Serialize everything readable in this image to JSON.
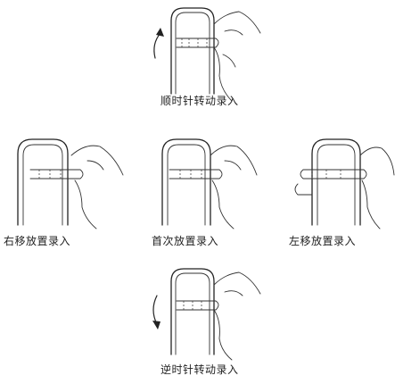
{
  "steps": [
    {
      "id": "clockwise",
      "caption": "顺时针转动录入",
      "icon": "clockwise-arrow-icon"
    },
    {
      "id": "right",
      "caption": "右移放置录入",
      "icon": "finger-icon"
    },
    {
      "id": "center",
      "caption": "首次放置录入",
      "icon": "finger-icon"
    },
    {
      "id": "left",
      "caption": "左移放置录入",
      "icon": "finger-icon"
    },
    {
      "id": "counterclockwise",
      "caption": "逆时针转动录入",
      "icon": "counterclockwise-arrow-icon"
    }
  ]
}
